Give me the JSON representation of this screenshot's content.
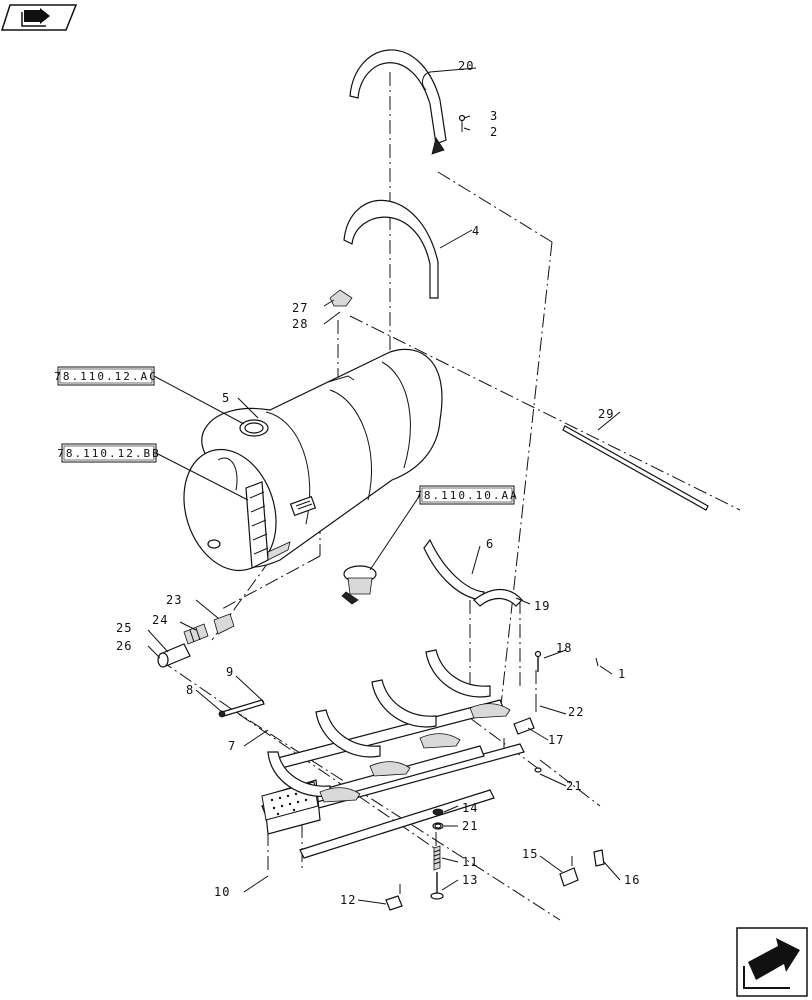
{
  "callouts": {
    "c1": "1",
    "c2": "2",
    "c3": "3",
    "c4": "4",
    "c5": "5",
    "c6": "6",
    "c7": "7",
    "c8": "8",
    "c9": "9",
    "c10": "10",
    "c11": "11",
    "c12": "12",
    "c13": "13",
    "c14": "14",
    "c15": "15",
    "c16": "16",
    "c17": "17",
    "c18": "18",
    "c19": "19",
    "c20": "20",
    "c21a": "21",
    "c21b": "21",
    "c22": "22",
    "c23": "23",
    "c24": "24",
    "c25": "25",
    "c26": "26",
    "c27": "27",
    "c28": "28",
    "c29": "29"
  },
  "references": {
    "ref_ac": "78.110.12.AC",
    "ref_bb": "78.110.12.BB",
    "ref_aa": "78.110.10.AA"
  },
  "icons": {
    "top_left": "book-arrow-icon",
    "bottom_right": "next-page-arrow-icon"
  }
}
